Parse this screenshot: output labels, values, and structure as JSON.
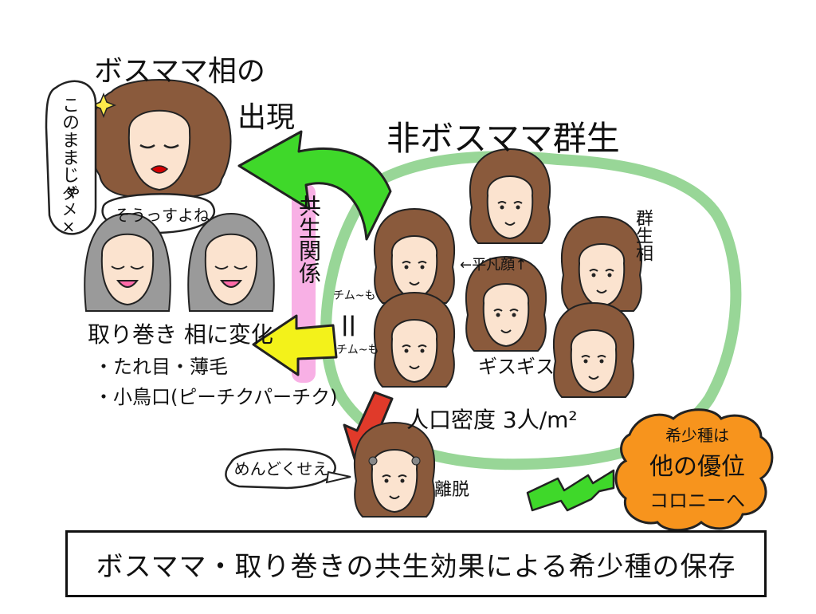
{
  "title": {
    "boss_phase": "ボスママ相の",
    "appearance": "出現",
    "non_boss_group": "非ボスママ群生"
  },
  "labels": {
    "symbiosis": "共生関係",
    "followers": "取り巻き 相に変化",
    "feature1": "・たれ目・薄毛",
    "feature2": "・小鳥口(ピーチクパーチク)",
    "gregarious_phase": "群生相",
    "plain_face": "←平凡顔↑",
    "density": "人口密度 3人/m²",
    "spiky": "ギスギス",
    "small_talk1": "チム~も",
    "small_talk2": "チム~も",
    "marker": "||",
    "leave": "離脱",
    "rare_species": "希少種は",
    "dominance": "他の優位",
    "colony": "コロニーへ"
  },
  "bubbles": {
    "boss_speech": "このままじゃ",
    "boss_speech2": "ダメ×",
    "followers_speech": "そうっすよね",
    "leaver_speech": "めんどくせえ"
  },
  "caption": "ボスママ・取り巻きの共生効果による希少種の保存",
  "colors": {
    "green_arrow": "#3fd82a",
    "yellow_arrow": "#f3f21a",
    "red_arrow": "#e03a2a",
    "orange_cloud": "#f7941d",
    "ring_green": "#8dd18c",
    "pink_band": "#f36fcf",
    "hair_brown": "#8a5a3c",
    "hair_gray": "#9a9a9a",
    "skin": "#fbe3cf"
  }
}
